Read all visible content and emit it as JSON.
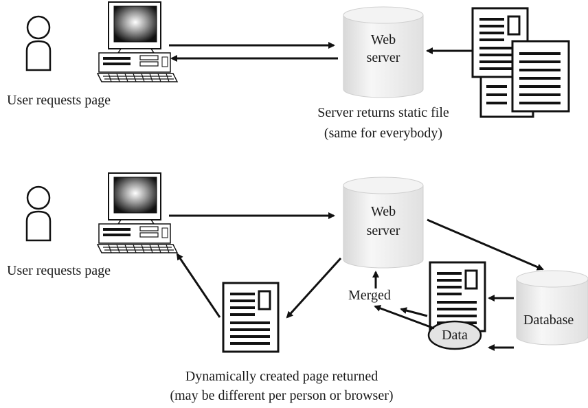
{
  "static_flow": {
    "user_label": "User requests page",
    "server_line1": "Web",
    "server_line2": "server",
    "caption_line1": "Server returns static file",
    "caption_line2": "(same for everybody)"
  },
  "dynamic_flow": {
    "user_label": "User requests page",
    "server_line1": "Web",
    "server_line2": "server",
    "merged_label": "Merged",
    "database_label": "Database",
    "data_label": "Data",
    "caption_line1": "Dynamically created page returned",
    "caption_line2": "(may be different per person or browser)"
  }
}
